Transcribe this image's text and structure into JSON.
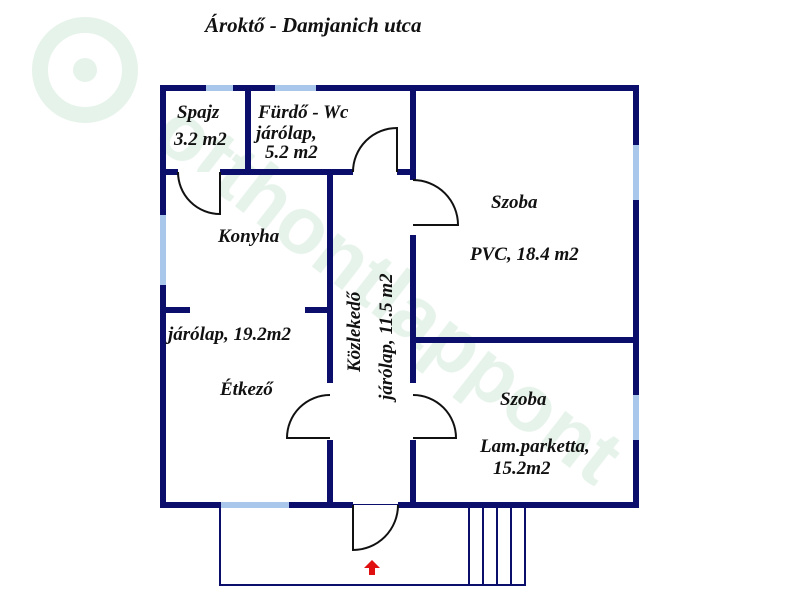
{
  "title": "Ároktő - Damjanich utca",
  "rooms": {
    "spajz": {
      "name": "Spajz",
      "area": "3.2 m2"
    },
    "furdo": {
      "name": "Fürdő - Wc",
      "floor": "járólap,",
      "area": "5.2 m2"
    },
    "konyha": {
      "name": "Konyha",
      "floor": "járólap, 19.2m2",
      "sub": "Étkező"
    },
    "kozlekedo": {
      "name": "Közlekedő",
      "floor": "járólap, 11.5 m2"
    },
    "szoba1": {
      "name": "Szoba",
      "floor": "PVC, 18.4 m2"
    },
    "szoba2": {
      "name": "Szoba",
      "floor": "Lam.parketta,",
      "area": "15.2m2"
    }
  },
  "watermark": "otthontlappont",
  "colors": {
    "wall": "#0b0f6b",
    "window": "#a9c7ea",
    "arrow": "#e01010"
  }
}
